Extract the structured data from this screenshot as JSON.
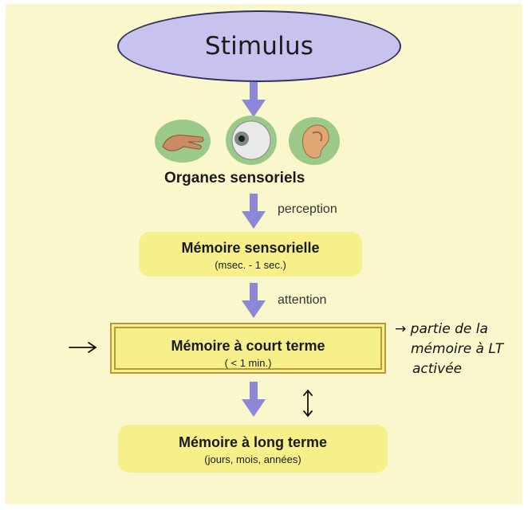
{
  "stimulus": {
    "label": "Stimulus"
  },
  "senses": {
    "label": "Organes sensoriels",
    "icons": [
      "hand-icon",
      "eye-icon",
      "ear-icon"
    ]
  },
  "transitions": {
    "perception": "perception",
    "attention": "attention"
  },
  "sensory_memory": {
    "title": "Mémoire sensorielle",
    "duration": "(msec. - 1 sec.)"
  },
  "short_term_memory": {
    "title": "Mémoire à court terme",
    "duration": "( < 1 min.)"
  },
  "long_term_memory": {
    "title": "Mémoire à long terme",
    "duration": "(jours, mois, années)"
  },
  "annotation": {
    "line1": "→ partie de la",
    "line2": "mémoire à LT",
    "line3": "activée"
  },
  "colors": {
    "background": "#fbf7cc",
    "box": "#f6ef8a",
    "stimulus_fill": "#c8c2ee",
    "arrow": "#8c87d6"
  }
}
